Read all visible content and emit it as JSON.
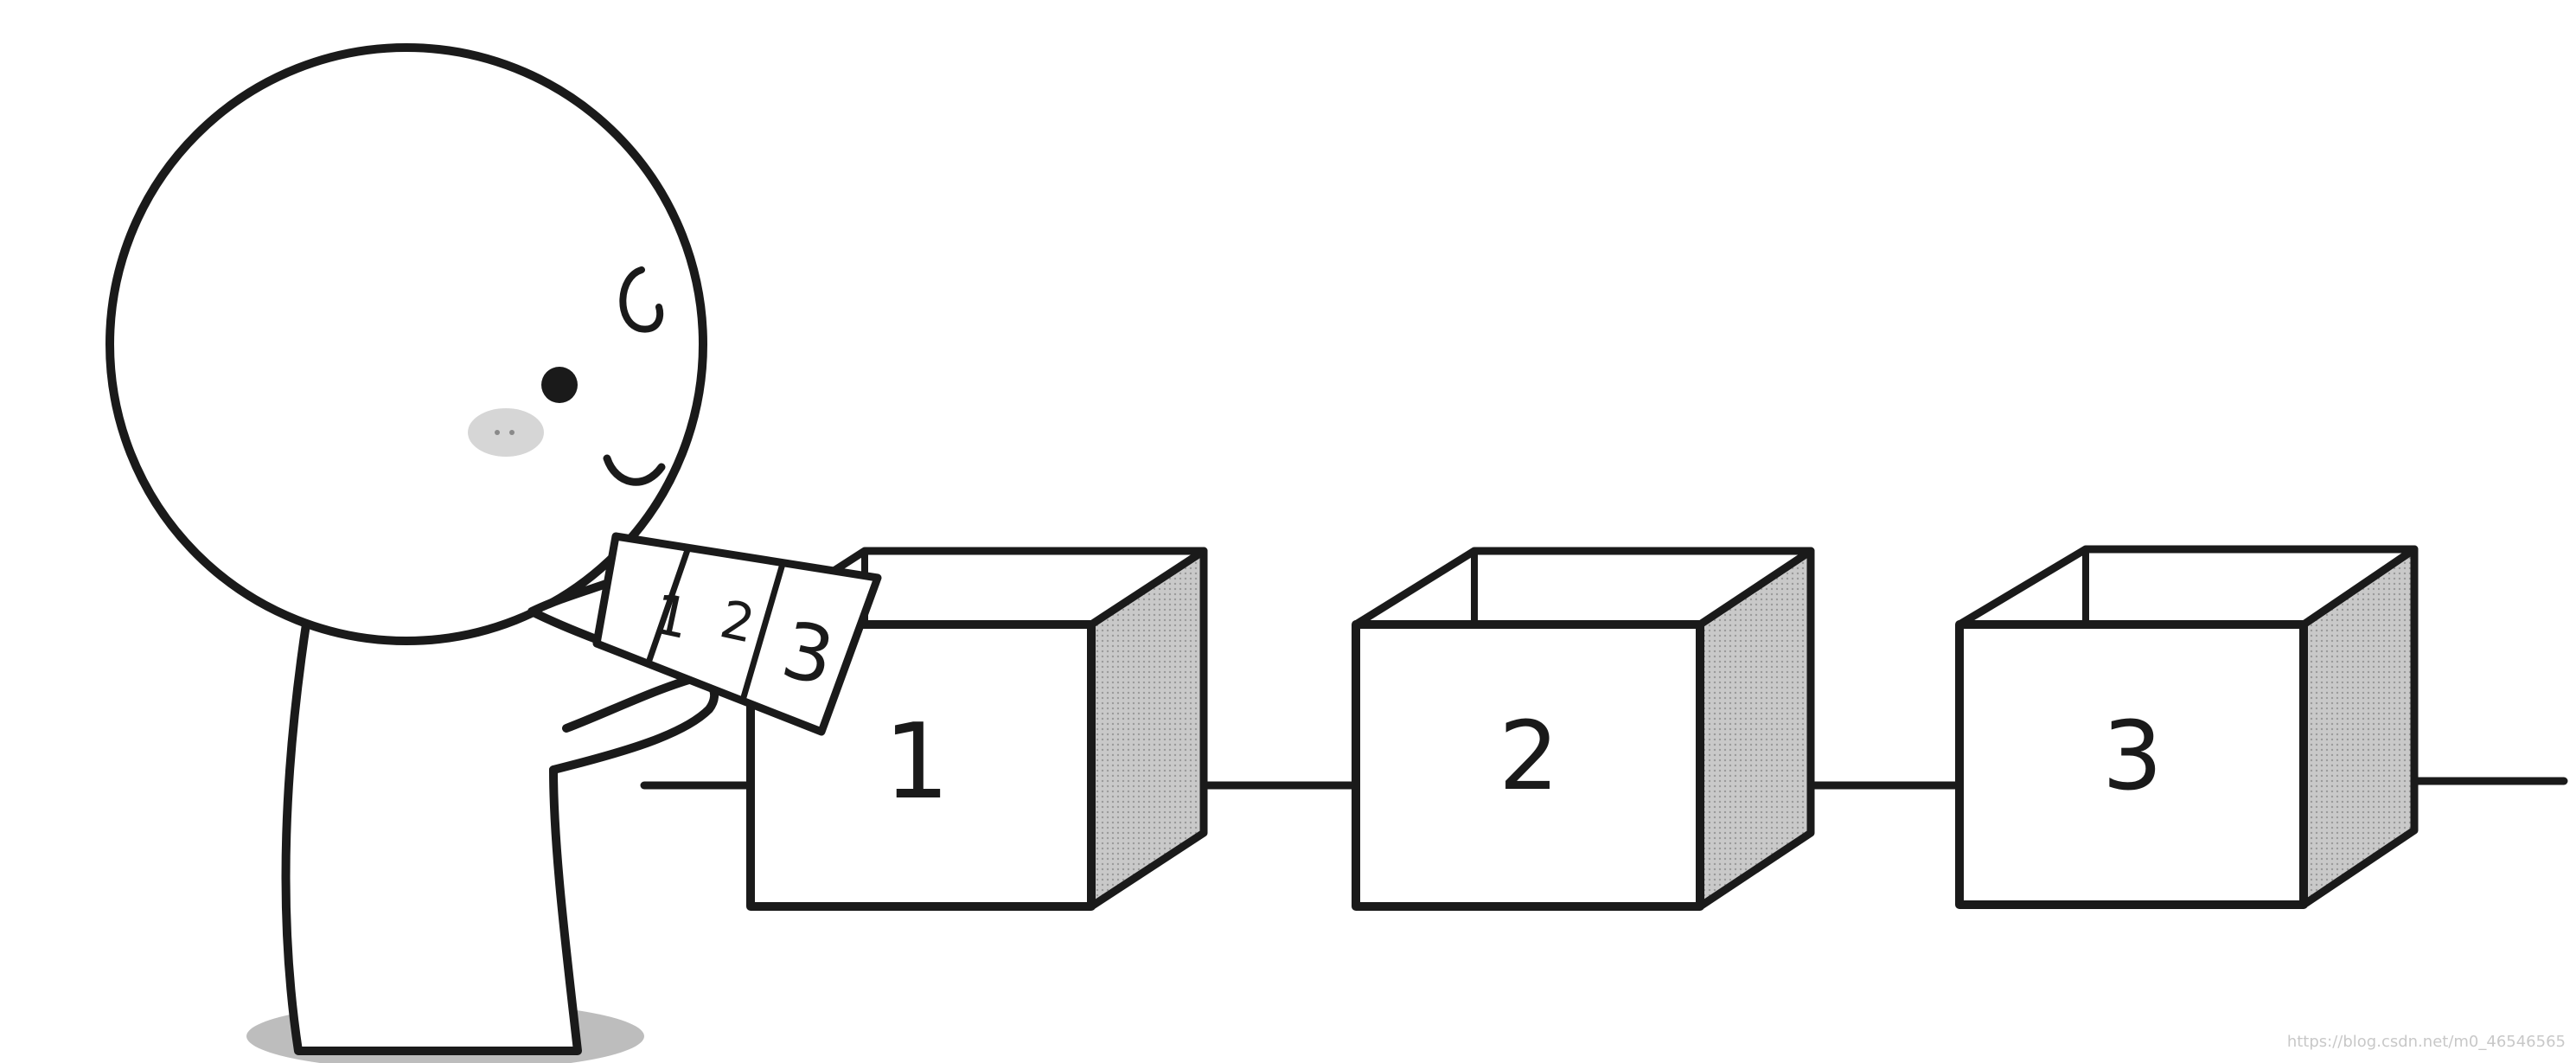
{
  "boxes": [
    {
      "label": "1"
    },
    {
      "label": "2"
    },
    {
      "label": "3"
    }
  ],
  "card_labels": [
    "1",
    "2",
    "3"
  ],
  "watermark": "https://blog.csdn.net/m0_46546565",
  "colors": {
    "ink": "#1a1a1a",
    "box_side": "#c4c4c4",
    "shadow": "#bdbdbd",
    "blush": "#d6d6d6",
    "background": "#ffffff"
  }
}
